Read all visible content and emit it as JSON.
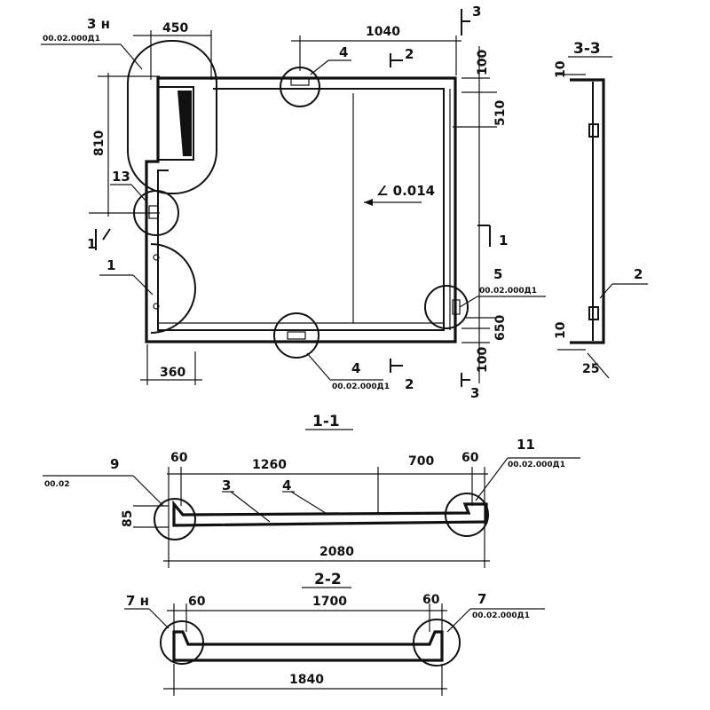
{
  "plan": {
    "dims": {
      "top_left_width": "450",
      "top_width": "1040",
      "left_height": "810",
      "bottom_left": "360",
      "right_top_offset": "100",
      "right_upper": "510",
      "right_lower": "650",
      "right_bottom_offset": "100"
    },
    "slope": "∠ 0.014",
    "callouts": {
      "c3n_label": "3 н",
      "c3n_ref": "00.02.000Д1",
      "c4_top": "4",
      "c13": "13",
      "c1": "1",
      "c5_label": "5",
      "c5_ref": "00.02.000Д1",
      "c4_bottom": "4",
      "c4_bottom_ref": "00.02.000Д1"
    },
    "cuts": {
      "cut1_left": "1",
      "cut1_right": "1",
      "cut2_top": "2",
      "cut2_bottom": "2",
      "cut3_top": "3",
      "cut3_bottom": "3"
    }
  },
  "section_3_3": {
    "title": "3-3",
    "dims": {
      "top_10": "10",
      "bottom_10": "10",
      "bottom_25": "25"
    },
    "callout_2": "2"
  },
  "section_1_1": {
    "title": "1-1",
    "dims": {
      "left_60": "60",
      "span_1260": "1260",
      "span_700": "700",
      "right_60": "60",
      "height_85": "85",
      "total_2080": "2080"
    },
    "callouts": {
      "c9": "9",
      "c9_ref": "00.02",
      "c3": "3",
      "c4": "4",
      "c11": "11",
      "c11_ref": "00.02.000Д1"
    }
  },
  "section_2_2": {
    "title": "2-2",
    "dims": {
      "left_60": "60",
      "span_1700": "1700",
      "right_60": "60",
      "total_1840": "1840"
    },
    "callouts": {
      "c7n": "7 н",
      "c7": "7",
      "c7_ref": "00.02.000Д1"
    }
  }
}
